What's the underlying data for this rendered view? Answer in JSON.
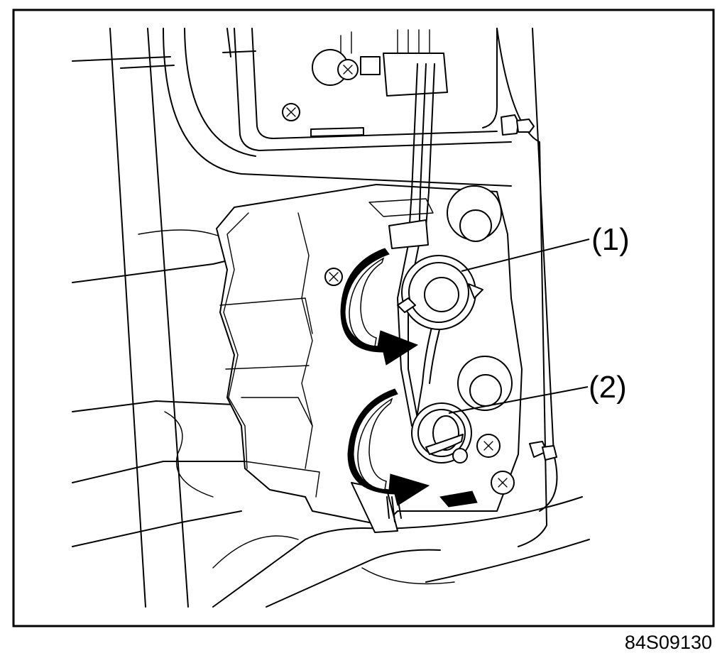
{
  "callouts": [
    {
      "id": "1",
      "label": "(1)"
    },
    {
      "id": "2",
      "label": "(2)"
    }
  ],
  "figure_id": "84S09130"
}
